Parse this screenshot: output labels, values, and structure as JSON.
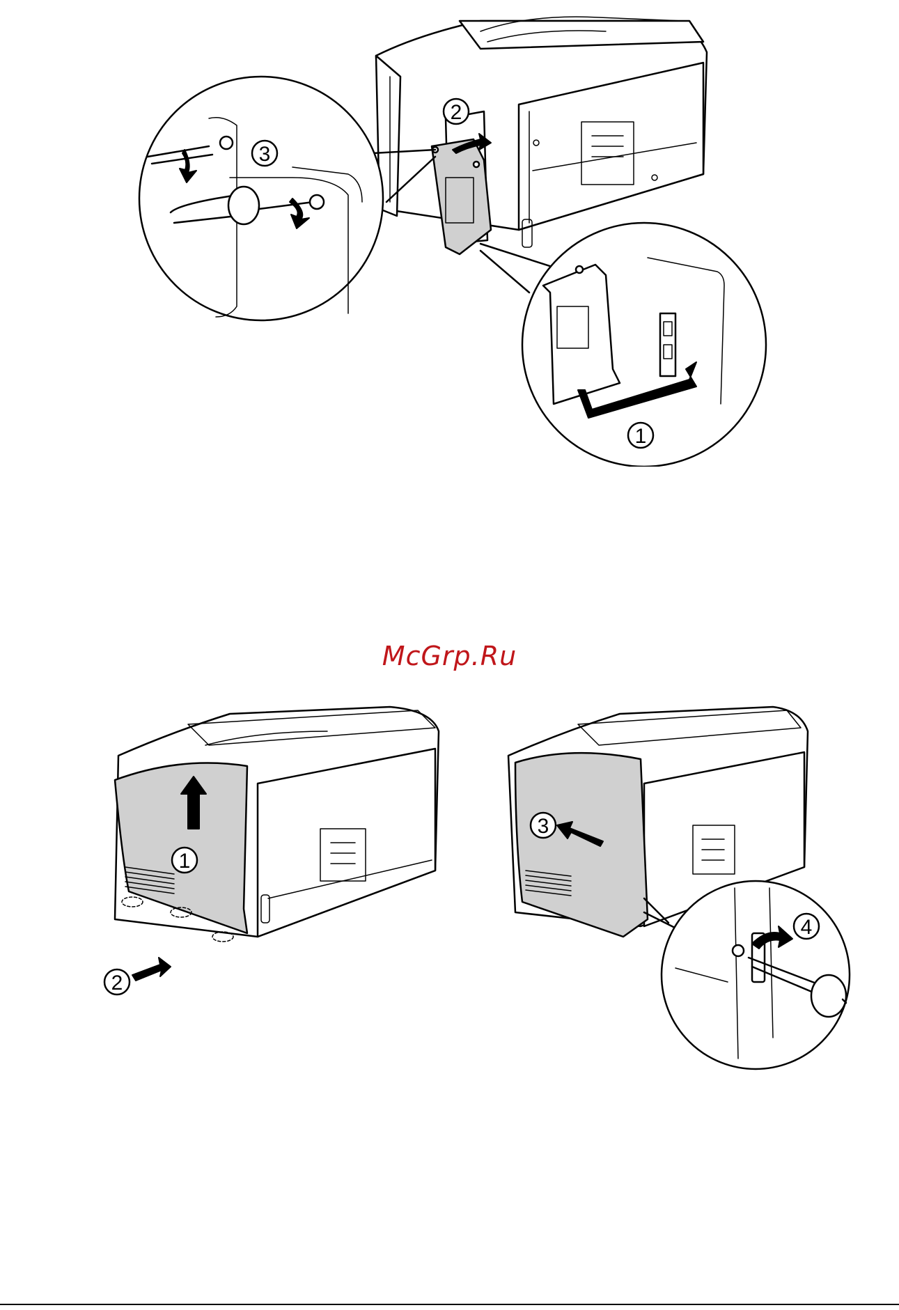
{
  "watermark": {
    "text": "McGrp.Ru",
    "color": "#c0161a"
  },
  "figure_top": {
    "callouts": {
      "step1": "1",
      "step2": "2",
      "step3": "3"
    }
  },
  "figure_bottom": {
    "left_callouts": {
      "step1": "1",
      "step2": "2"
    },
    "right_callouts": {
      "step3": "3",
      "step4": "4"
    }
  },
  "colors": {
    "panel_fill": "#d0d0d0",
    "line": "#000000"
  }
}
